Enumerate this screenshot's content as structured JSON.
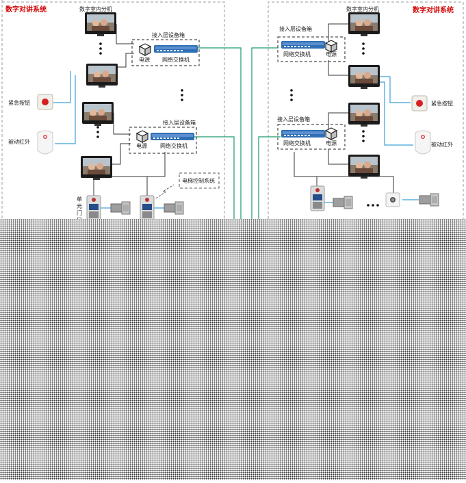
{
  "left": {
    "title": "数字对讲系统",
    "indoor_unit_label": "数字室内分机",
    "box_top_label": "接入层设备箱",
    "box_bottom_label": "接入层设备箱",
    "power_label_top": "电源",
    "switch_label_top": "网络交换机",
    "power_label_bottom": "电源",
    "switch_label_bottom": "网络交换机",
    "emergency_label": "紧急按钮",
    "pir_label": "被动红外",
    "elevator_label": "电梯控制系统",
    "door_station_label": "单元门口"
  },
  "right": {
    "title": "数字对讲系统",
    "indoor_unit_label": "数字室内分机",
    "box_top_label": "接入层设备箱",
    "box_bottom_label": "接入层设备箱",
    "power_label_top": "电源",
    "switch_label_top": "网络交换机",
    "power_label_bottom": "电源",
    "switch_label_bottom": "网络交换机",
    "emergency_label": "紧急按钮",
    "pir_label": "被动红外"
  },
  "colors": {
    "title_red": "#d40000",
    "link_green": "#1a9a6a",
    "link_blue": "#3ca0d8",
    "wire_black": "#333333",
    "switch_blue": "#2f6fb5"
  }
}
